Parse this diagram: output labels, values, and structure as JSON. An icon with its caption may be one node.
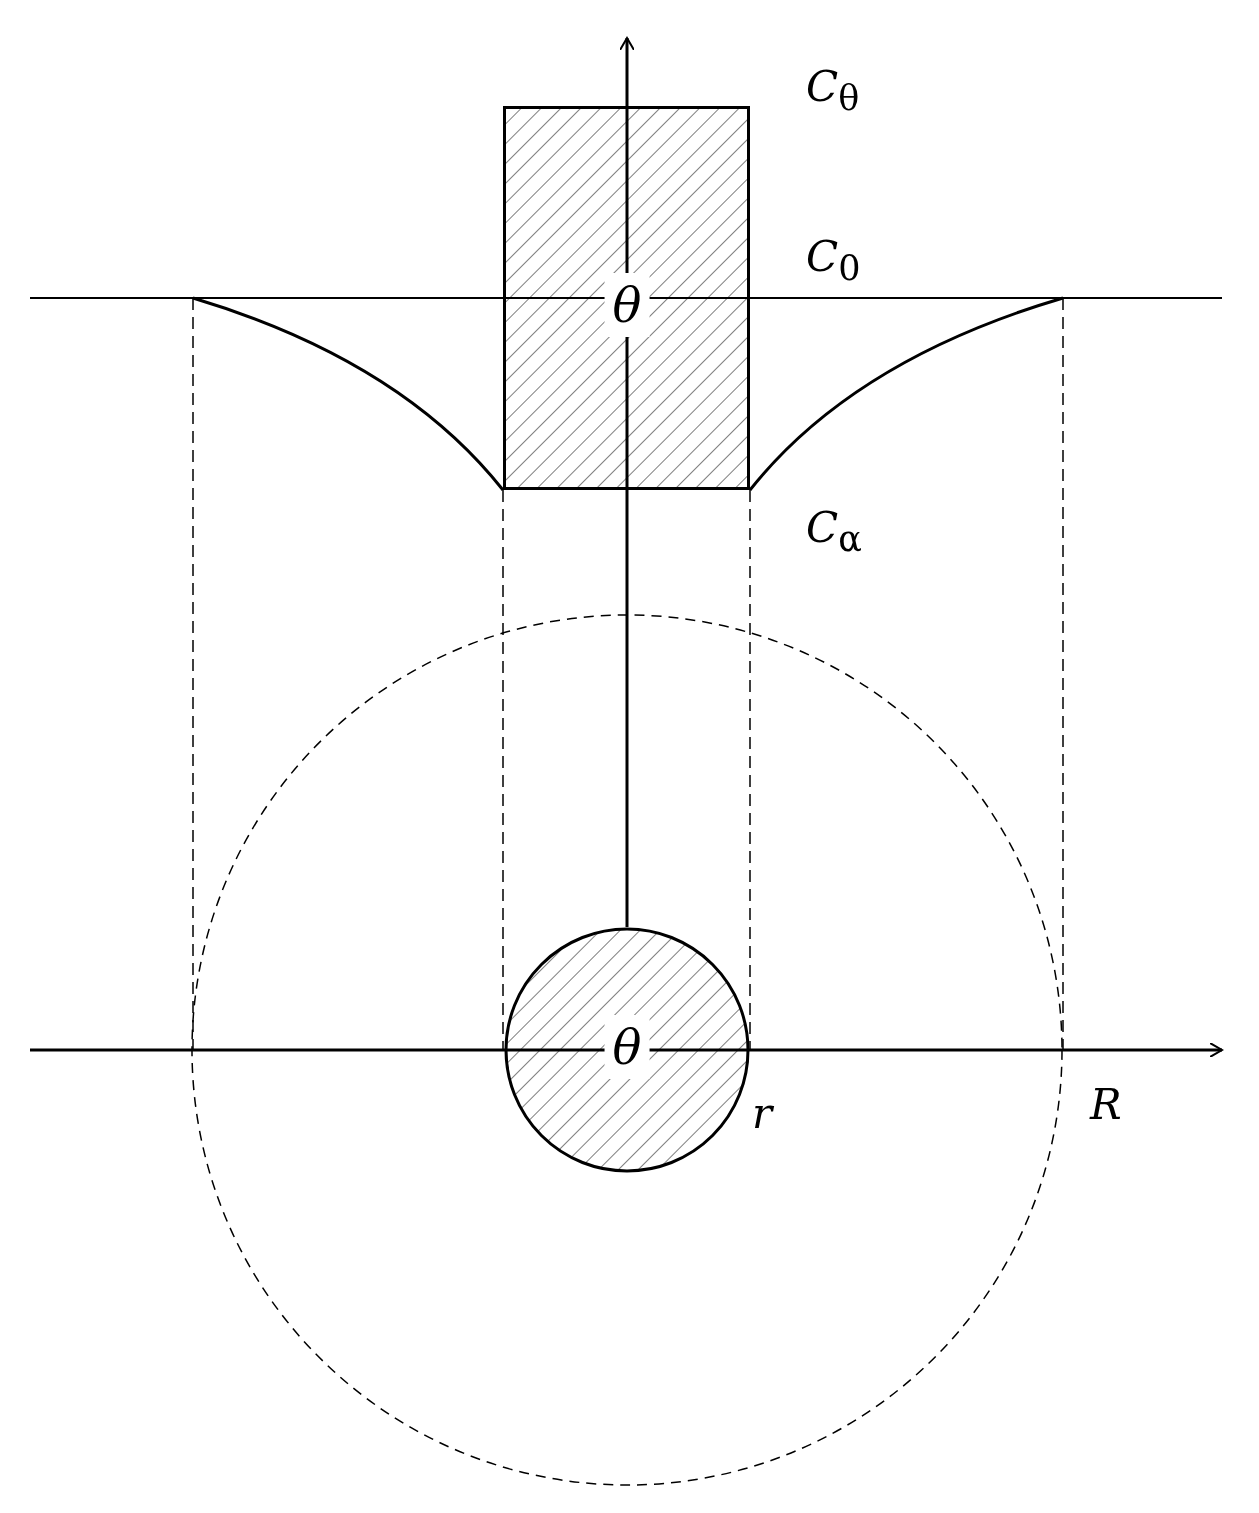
{
  "diagram": {
    "nodes": [
      {
        "text": [
          "θ"
        ]
      },
      {
        "text": [
          "θ"
        ],
        "beside": [
          "r"
        ]
      }
    ],
    "labels": [
      "*C*$_{θ}$",
      "*C*$_{0}$",
      "*C*$_{α}$",
      "R"
    ]
  }
}
